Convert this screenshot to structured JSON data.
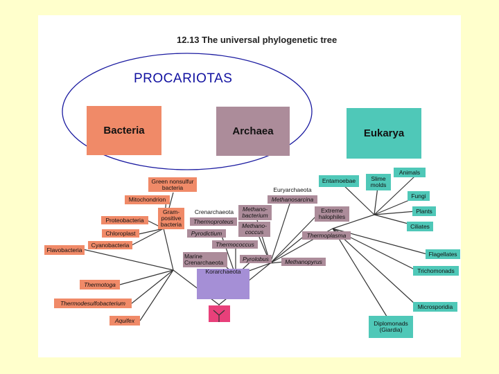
{
  "title": "12.13 The universal phylogenetic tree",
  "annotation": "PROCARIOTAS",
  "domains": {
    "bacteria": "Bacteria",
    "archaea": "Archaea",
    "eukarya": "Eukarya"
  },
  "bacteria_labels": {
    "green_nonsulfur": "Green nonsulfur\nbacteria",
    "mitochondrion": "Mitochondrion",
    "gram_positive": "Gram-\npositive\nbacteria",
    "proteobacteria": "Proteobacteria",
    "chloroplast": "Chloroplast",
    "cyanobacteria": "Cyanobacteria",
    "flavobacteria": "Flavobacteria",
    "thermotoga": "Thermotoga",
    "thermodesulfobacterium": "Thermodesulfobacterium",
    "aquifex": "Aquifex"
  },
  "archaea_labels": {
    "euryarchaeota": "Euryarchaeota",
    "methanosarcina": "Methanosarcina",
    "crenarchaeota": "Crenarchaeota",
    "methanobacterium": "Methano-\nbacterium",
    "thermoproteus": "Thermoproteus",
    "extreme_halophiles": "Extreme\nhalophiles",
    "methanococcus": "Methano-\ncoccus",
    "pyrodictium": "Pyrodictium",
    "thermoplasma": "Thermoplasma",
    "thermococcus": "Thermococcus",
    "marine_crenarchaeota": "Marine\nCrenarchaeota",
    "pyrolobus": "Pyrolobus",
    "methanopyrus": "Methanopyrus",
    "korarchaeota": "Korarchaeota"
  },
  "eukarya_labels": {
    "entamoebae": "Entamoebae",
    "slime_molds": "Slime\nmolds",
    "animals": "Animals",
    "fungi": "Fungi",
    "plants": "Plants",
    "ciliates": "Ciliates",
    "flagellates": "Flagellates",
    "trichomonads": "Trichomonads",
    "microsporidia": "Microsporidia",
    "diplomonads": "Diplomonads\n(Giardia)"
  },
  "colors": {
    "bacteria": "#f08a68",
    "archaea": "#ac8c9a",
    "eukarya": "#4fc8b8",
    "root": "#e8407a",
    "korarchaeota_box": "#a58fd6",
    "ellipse": "#1a1aa0"
  }
}
